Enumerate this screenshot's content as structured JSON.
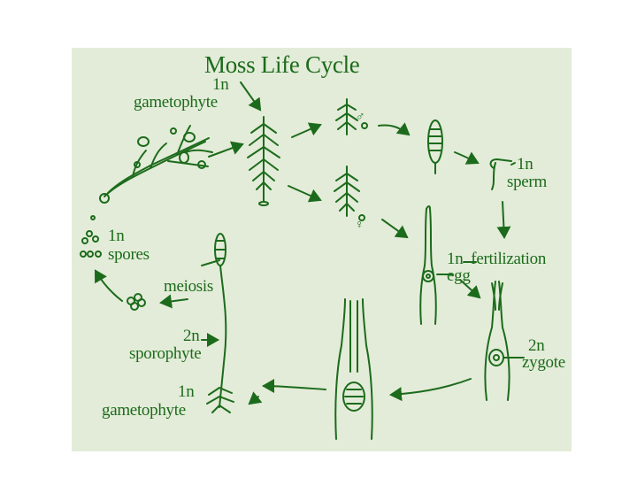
{
  "title": "Moss Life Cycle",
  "labels": {
    "gametophyte_top_ploidy": "1n",
    "gametophyte_top": "gametophyte",
    "male_symbol": "♂",
    "female_symbol": "♀",
    "sperm_ploidy": "1n",
    "sperm": "sperm",
    "spores_ploidy": "1n",
    "spores": "spores",
    "fertilization": "1n  fertilization",
    "egg": "egg",
    "meiosis": "meiosis",
    "zygote_ploidy": "2n",
    "zygote": "zygote",
    "sporophyte_ploidy": "2n",
    "sporophyte": "sporophyte",
    "gametophyte_bottom_ploidy": "1n",
    "gametophyte_bottom": "gametophyte"
  },
  "colors": {
    "background": "#e3ecd8",
    "ink": "#1c6b1c"
  }
}
